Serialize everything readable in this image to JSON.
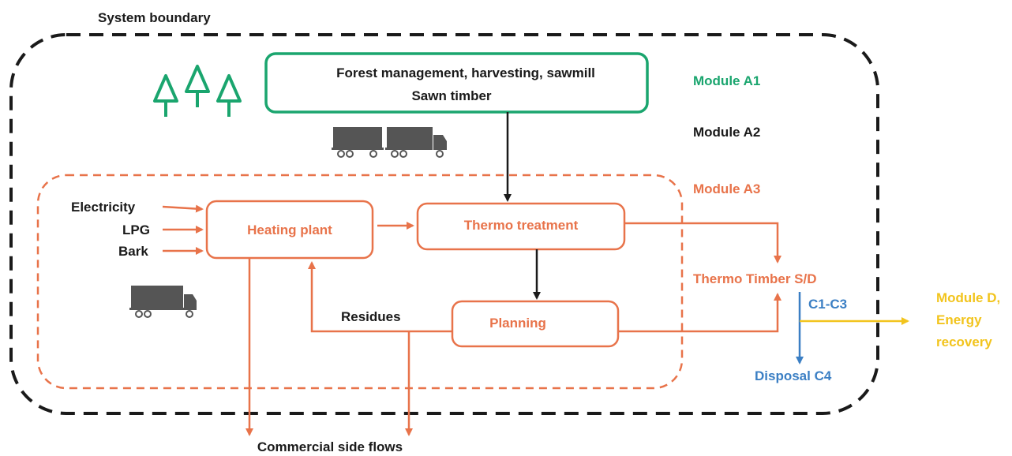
{
  "labels": {
    "system_boundary": "System boundary",
    "forest_line1": "Forest management, harvesting, sawmill",
    "forest_line2": "Sawn timber",
    "module_a1": "Module A1",
    "module_a2": "Module A2",
    "module_a3": "Module A3",
    "electricity": "Electricity",
    "lpg": "LPG",
    "bark": "Bark",
    "heating_plant": "Heating plant",
    "thermo_treatment": "Thermo treatment",
    "planning": "Planning",
    "residues": "Residues",
    "thermo_timber": "Thermo Timber S/D",
    "c1_c3": "C1-C3",
    "module_d_line1": "Module D,",
    "module_d_line2": "Energy",
    "module_d_line3": "recovery",
    "disposal": "Disposal C4",
    "commercial": "Commercial side flows"
  },
  "colors": {
    "green": "#1aa56e",
    "orange": "#e8734a",
    "blue": "#3b7fc4",
    "yellow": "#f2c41d",
    "black": "#1a1a1a",
    "truck": "#555555"
  },
  "icons": [
    "tree-icon",
    "truck-icon"
  ]
}
